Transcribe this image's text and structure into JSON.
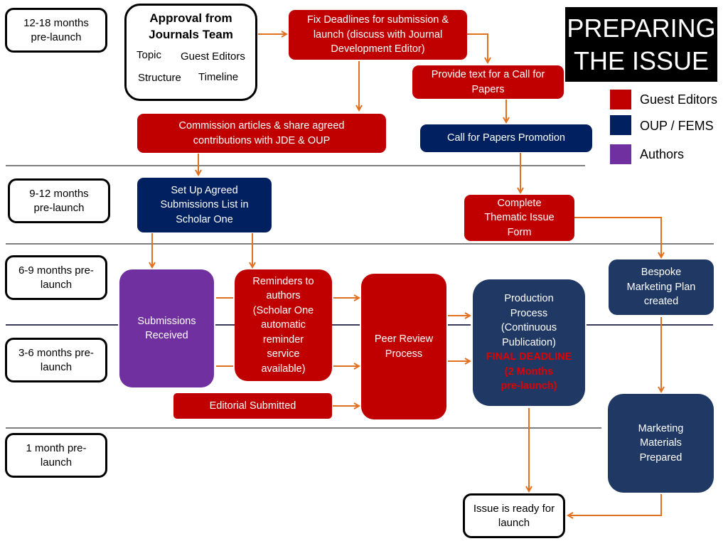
{
  "title": {
    "line1": "PREPARING",
    "line2": "THE ISSUE"
  },
  "legend": [
    {
      "label": "Guest Editors",
      "color": "#c00000"
    },
    {
      "label": "OUP / FEMS",
      "color": "#002060"
    },
    {
      "label": "Authors",
      "color": "#7030a0"
    }
  ],
  "timeline": [
    {
      "line1": "12-18 months",
      "line2": "pre-launch"
    },
    {
      "line1": "9-12 months",
      "line2": "pre-launch"
    },
    {
      "line1": "6-9 months pre-",
      "line2": "launch"
    },
    {
      "line1": "3-6 months pre-",
      "line2": "launch"
    },
    {
      "line1": "1 month pre-",
      "line2": "launch"
    }
  ],
  "approval": {
    "heading_line1": "Approval from",
    "heading_line2": "Journals Team",
    "items": [
      "Topic",
      "Guest Editors",
      "Structure",
      "Timeline"
    ]
  },
  "steps": {
    "fix_deadlines": [
      "Fix Deadlines for submission &",
      "launch (discuss with Journal",
      "Development Editor)"
    ],
    "call_text": [
      "Provide text for a Call for",
      "Papers"
    ],
    "commission": [
      "Commission articles & share agreed",
      "contributions with JDE & OUP"
    ],
    "cfp_promotion": [
      "Call for Papers Promotion"
    ],
    "setup_list": [
      "Set Up Agreed",
      "Submissions List in",
      "Scholar One"
    ],
    "thematic_form": [
      "Complete",
      "Thematic Issue",
      "Form"
    ],
    "submissions": [
      "Submissions",
      "Received"
    ],
    "reminders": [
      "Reminders to",
      "authors",
      "(Scholar One",
      "automatic",
      "reminder",
      "service",
      "available)"
    ],
    "editorial": [
      "Editorial Submitted"
    ],
    "peer_review": [
      "Peer Review",
      "Process"
    ],
    "production": [
      "Production",
      "Process",
      "(Continuous",
      "Publication)"
    ],
    "production_deadline": [
      "FINAL DEADLINE",
      "(2 Months",
      "pre-launch)"
    ],
    "marketing_plan": [
      "Bespoke",
      "Marketing Plan",
      "created"
    ],
    "marketing_materials": [
      "Marketing",
      "Materials",
      "Prepared"
    ],
    "issue_ready": [
      "Issue is ready for",
      "launch"
    ]
  },
  "colors": {
    "arrow": "#e07020",
    "guest_editors": "#c00000",
    "oup": "#002060",
    "production": "#1f3864",
    "authors": "#7030a0",
    "deadline_text": "#e00000"
  }
}
